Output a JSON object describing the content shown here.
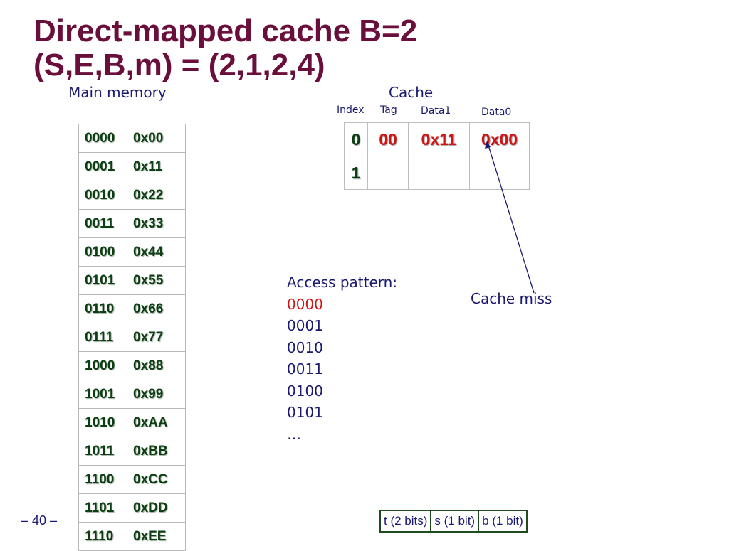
{
  "title": {
    "line1": "Direct-mapped cache B=2",
    "line2": "(S,E,B,m) = (2,1,2,4)"
  },
  "main_memory": {
    "label": "Main memory",
    "rows": [
      {
        "addr": "0000",
        "value": "0x00"
      },
      {
        "addr": "0001",
        "value": "0x11"
      },
      {
        "addr": "0010",
        "value": "0x22"
      },
      {
        "addr": "0011",
        "value": "0x33"
      },
      {
        "addr": "0100",
        "value": "0x44"
      },
      {
        "addr": "0101",
        "value": "0x55"
      },
      {
        "addr": "0110",
        "value": "0x66"
      },
      {
        "addr": "0111",
        "value": "0x77"
      },
      {
        "addr": "1000",
        "value": "0x88"
      },
      {
        "addr": "1001",
        "value": "0x99"
      },
      {
        "addr": "1010",
        "value": "0xAA"
      },
      {
        "addr": "1011",
        "value": "0xBB"
      },
      {
        "addr": "1100",
        "value": "0xCC"
      },
      {
        "addr": "1101",
        "value": "0xDD"
      },
      {
        "addr": "1110",
        "value": "0xEE"
      }
    ]
  },
  "cache": {
    "label": "Cache",
    "headers": {
      "index": "Index",
      "tag": "Tag",
      "data1": "Data1",
      "data0": "Data0"
    },
    "rows": [
      {
        "index": "0",
        "tag": "00",
        "data1": "0x11",
        "data0": "0x00"
      },
      {
        "index": "1",
        "tag": "",
        "data1": "",
        "data0": ""
      }
    ]
  },
  "access_pattern": {
    "label": "Access pattern:",
    "items": [
      "0000",
      "0001",
      "0010",
      "0011",
      "0100",
      "0101",
      "…"
    ]
  },
  "annotation": "Cache miss",
  "page_number": "– 40 –",
  "address_bits": [
    "t (2 bits)",
    "s (1 bit)",
    "b (1 bit)"
  ],
  "colors": {
    "title": "#6a0f3c",
    "text": "#1a1a70",
    "memory_text": "#0c3e13",
    "highlight": "#d11515"
  }
}
